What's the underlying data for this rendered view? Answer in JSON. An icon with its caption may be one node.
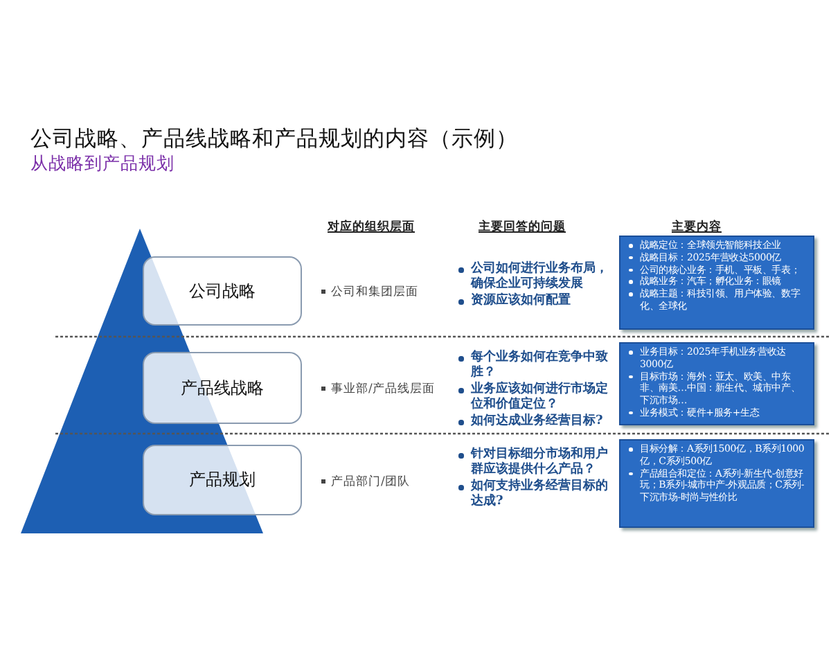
{
  "diagram": {
    "title": "公司战略、产品线战略和产品规划的内容（示例）",
    "nodes": [
      {
        "text": [
          "公司战略"
        ]
      },
      {
        "text": [
          "产品线战略"
        ]
      },
      {
        "text": [
          "产品规划"
        ]
      },
      {
        "text": [
          "战略定位：全球领先智能科技企业",
          "战略目标：2025年营收达5000亿",
          "公司的核心业务：手机、平板、手表；",
          "战略业务：汽车；孵化业务：眼镜",
          "战略主题：科技引领、用户体验、数字化、全球化"
        ]
      },
      {
        "text": [
          "业务目标：2025年手机业务营收达3000亿",
          "目标市场：海外：亚太、欧美、中东非、南美…中国：新生代、城市中产、下沉市场…",
          "业务模式：硬件+服务+生态"
        ]
      },
      {
        "text": [
          "目标分解：A系列1500亿，B系列1000亿，C系列500亿",
          "产品组合和定位：A系列-新生代-创意好玩；B系列-城市中产-外观品质；C系列-下沉市场-时尚与性价比"
        ]
      }
    ],
    "labels": [
      "从战略到产品规划",
      "对应的组织层面",
      "主要回答的问题",
      "主要内容",
      "公司和集团层面",
      "公司如何进行业务布局，确保企业可持续发展",
      "资源应该如何配置",
      "事业部/产品线层面",
      "每个业务如何在竞争中致胜？",
      "业务应该如何进行市场定位和价值定位？",
      "如何达成业务经营目标?",
      "产品部门/团队",
      "针对目标细分市场和用户群应该提供什么产品？",
      "如何支持业务经营目标的达成?"
    ]
  }
}
